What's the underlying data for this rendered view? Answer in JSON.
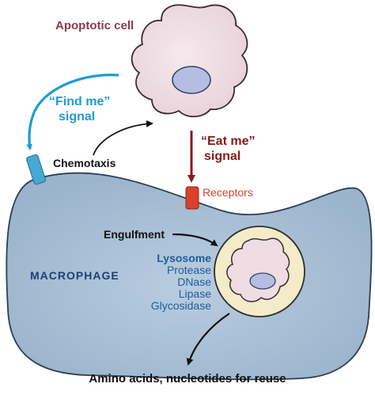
{
  "labels": {
    "apoptotic_cell": "Apoptotic cell",
    "find_me_line1": "“Find me”",
    "find_me_line2": "signal",
    "chemotaxis": "Chemotaxis",
    "eat_me_line1": "“Eat me”",
    "eat_me_line2": "signal",
    "receptors": "Receptors",
    "engulfment": "Engulfment",
    "macrophage": "MACROPHAGE",
    "lysosome": "Lysosome",
    "enzymes": [
      "Protease",
      "DNase",
      "Lipase",
      "Glycosidase"
    ],
    "products": "Amino acids, nucleotides for reuse"
  },
  "colors": {
    "apoptotic_label": "#8a3b49",
    "find_me": "#1e9ccf",
    "eat_me": "#8a1a1a",
    "receptor": "#d9412b",
    "macrophage_text": "#1f3f73",
    "lysosome_text": "#1f5d9c",
    "macrophage_fill": "#a9bfd6",
    "cell_fill": "#efdde3",
    "nucleus_fill": "#b4bde2",
    "lysosome_fill": "#f4ecc8"
  }
}
